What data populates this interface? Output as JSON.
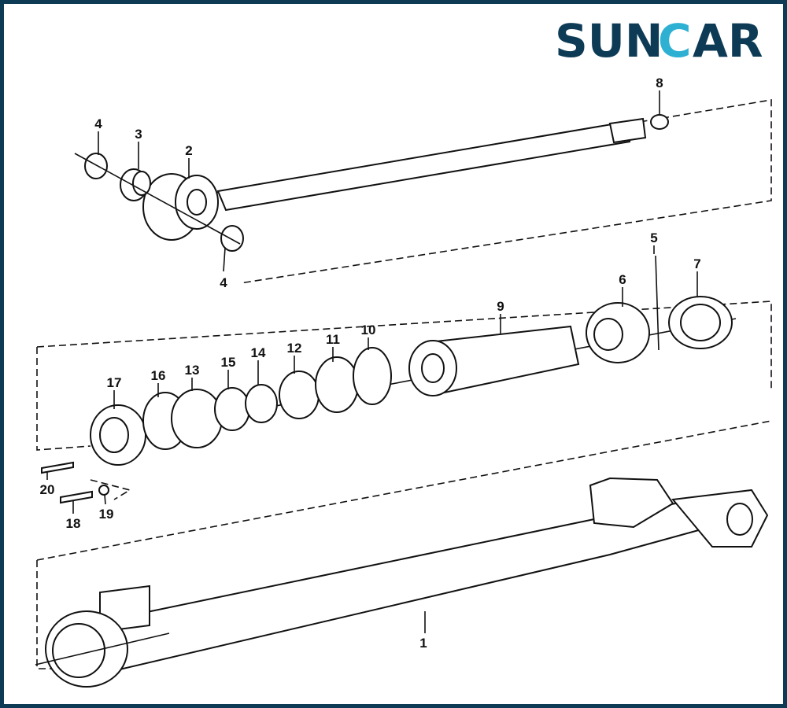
{
  "logo": {
    "text_left": "SUN",
    "text_mid": "C",
    "text_right": "AR",
    "brand_dark": "#0d3b55",
    "brand_light": "#2eb0d3"
  },
  "border_color": "#0d3b55",
  "callouts": {
    "p4a": "4",
    "p3": "3",
    "p2": "2",
    "p8": "8",
    "p4b": "4",
    "p5": "5",
    "p7": "7",
    "p6": "6",
    "p9": "9",
    "p17": "17",
    "p16": "16",
    "p13": "13",
    "p15": "15",
    "p14": "14",
    "p12": "12",
    "p11": "11",
    "p10": "10",
    "p20": "20",
    "p18": "18",
    "p19": "19",
    "p1": "1"
  }
}
